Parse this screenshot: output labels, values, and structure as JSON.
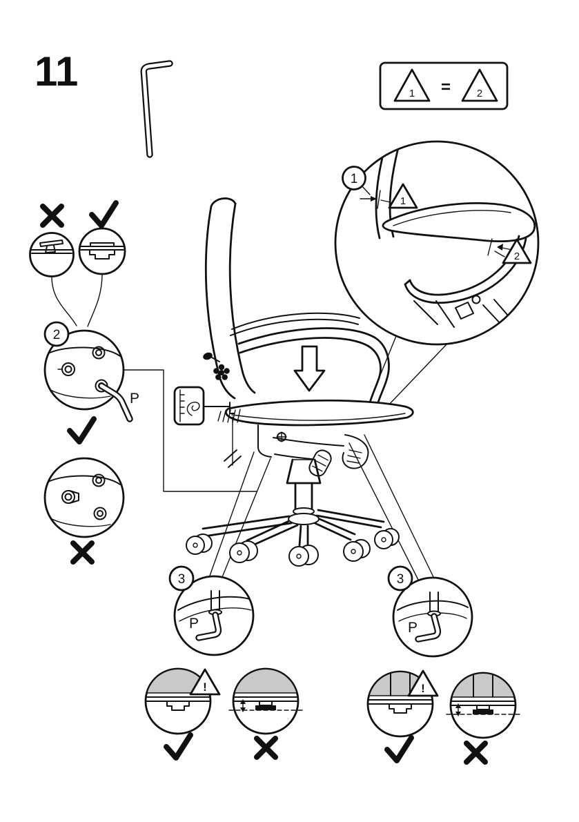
{
  "colors": {
    "line": "#111111",
    "shade": "#c9c9c9"
  },
  "step": {
    "number": "11"
  },
  "equality_box": {
    "triangle_1": "1",
    "equals": "=",
    "triangle_2": "2"
  },
  "armrest_detail": {
    "callout": "1",
    "gap_label_1": "1",
    "gap_label_2": "2"
  },
  "cap_detail": {
    "callout": "2",
    "tool_label": "P"
  },
  "seat_bolt_detail": {
    "callout": "3",
    "tool_label": "P"
  },
  "base_bolt_detail": {
    "callout": "3",
    "tool_label": "P"
  },
  "alignment_seat": {
    "warning": "!"
  },
  "alignment_base": {
    "warning": "!"
  }
}
